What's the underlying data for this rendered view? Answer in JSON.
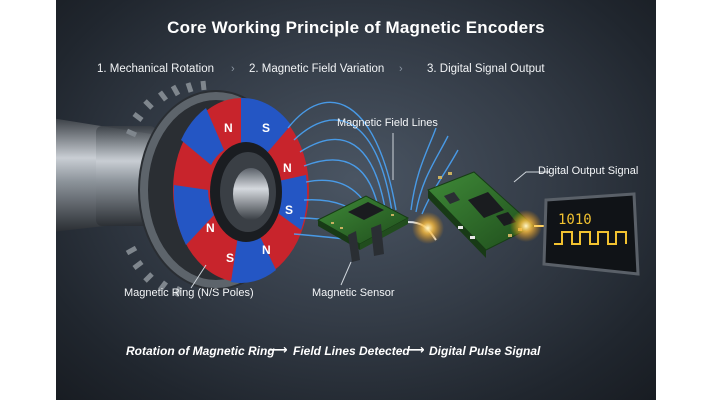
{
  "title": "Core Working Principle of Magnetic Encoders",
  "steps": [
    {
      "label": "1. Mechanical Rotation"
    },
    {
      "label": "2. Magnetic Field Variation"
    },
    {
      "label": "3. Digital Signal Output"
    }
  ],
  "labels": {
    "field_lines": "Magnetic Field Lines",
    "digital_output": "Digital Output Signal",
    "magnetic_ring": "Magnetic Ring (N/S Poles)",
    "magnetic_sensor": "Magnetic Sensor"
  },
  "ring_poles": [
    "N",
    "S",
    "N",
    "S",
    "N",
    "S",
    "N"
  ],
  "display": {
    "binary": "1010"
  },
  "flow": [
    {
      "label": "Rotation of Magnetic Ring"
    },
    {
      "label": "Field Lines Detected"
    },
    {
      "label": "Digital Pulse Signal"
    }
  ],
  "colors": {
    "north_pole": "#c8242c",
    "south_pole": "#2456c4",
    "field_line": "#4aa8ff",
    "pcb": "#2e6b2a",
    "signal": "#f2c230"
  }
}
